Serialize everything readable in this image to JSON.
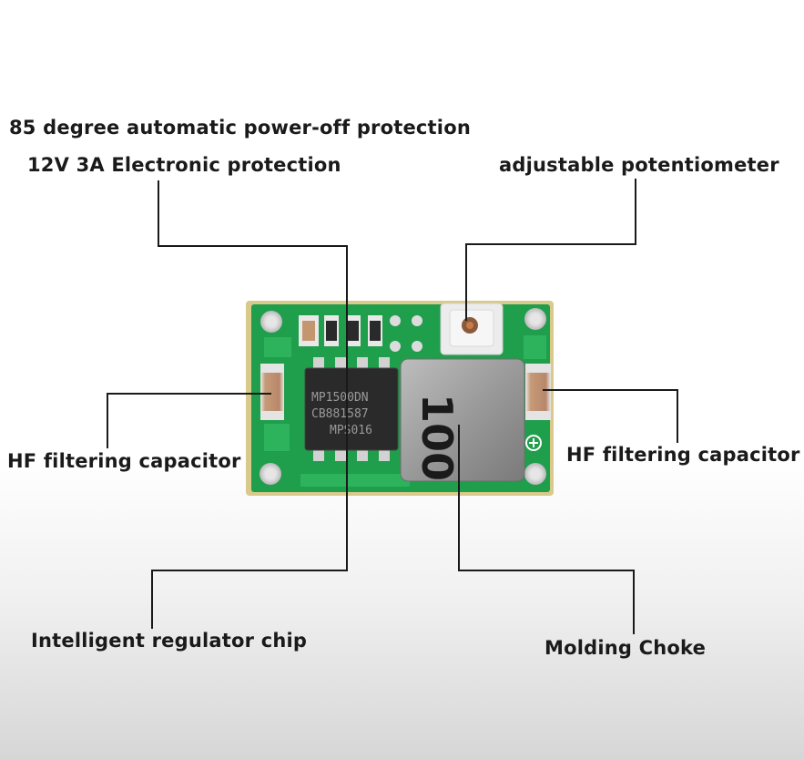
{
  "labels": {
    "power_off_protection": "85 degree automatic power-off protection",
    "electronic_protection": "12V 3A Electronic protection",
    "potentiometer": "adjustable potentiometer",
    "hf_cap_left": "HF filtering capacitor",
    "hf_cap_right": "HF filtering capacitor",
    "regulator_chip": "Intelligent regulator chip",
    "molding_choke": "Molding Choke"
  },
  "chip_marking": {
    "line1": "MP1500DN",
    "line2": "CB881587",
    "line3": "MPS016"
  },
  "inductor_marking": "100",
  "colors": {
    "pcb": "#1f9e4c",
    "pcb_edge": "#d9c98a",
    "chip": "#2a2a2a",
    "inductor": "#9b9b9b",
    "leader_line": "#1a1a1a"
  }
}
